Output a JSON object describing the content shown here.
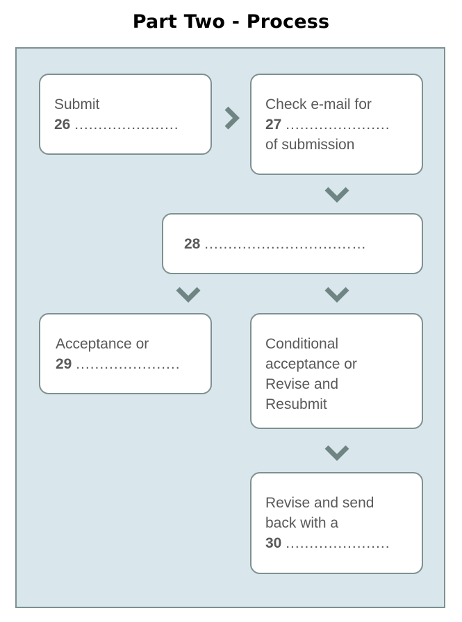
{
  "title": "Part Two - Process",
  "colors": {
    "panel_background": "#d9e6ec",
    "border": "#7d9190",
    "arrow": "#6f8584",
    "text": "#595959"
  },
  "boxes": {
    "submit": {
      "label": "Submit",
      "number": "26",
      "dots": "......................"
    },
    "check_email": {
      "label": "Check e-mail for",
      "number": "27",
      "dots": "......................",
      "suffix": "of submission"
    },
    "step28": {
      "number": "28",
      "dots": "...............................…"
    },
    "acceptance": {
      "label": "Acceptance or",
      "number": "29",
      "dots": "......................"
    },
    "conditional": {
      "lines": [
        "Conditional",
        "acceptance or",
        "Revise and",
        "Resubmit"
      ]
    },
    "revise_send": {
      "lines": [
        "Revise and send",
        "back with a"
      ],
      "number": "30",
      "dots": "......................"
    }
  },
  "arrows": [
    {
      "name": "arrow-right-icon",
      "direction": "right"
    },
    {
      "name": "arrow-down-icon",
      "direction": "down"
    },
    {
      "name": "arrow-down-icon",
      "direction": "down"
    },
    {
      "name": "arrow-down-icon",
      "direction": "down"
    },
    {
      "name": "arrow-down-icon",
      "direction": "down"
    }
  ]
}
